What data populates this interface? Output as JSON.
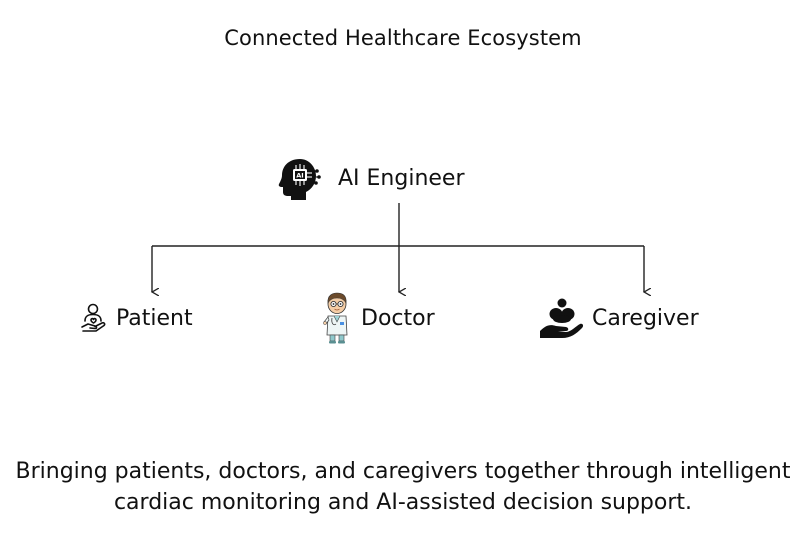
{
  "title": "Connected Healthcare Ecosystem",
  "nodes": {
    "root": {
      "label": "AI Engineer",
      "icon": "ai-head-icon"
    },
    "patient": {
      "label": "Patient",
      "icon": "patient-care-icon"
    },
    "doctor": {
      "label": "Doctor",
      "icon": "doctor-avatar-icon"
    },
    "caregiver": {
      "label": "Caregiver",
      "icon": "caregiver-hand-icon"
    }
  },
  "caption": "Bringing patients, doctors, and caregivers together through intelligent cardiac monitoring and AI-assisted decision support.",
  "colors": {
    "text": "#111111",
    "line": "#222222",
    "doctor_coat": "#eef6f6",
    "doctor_hair": "#6b4a2b"
  }
}
